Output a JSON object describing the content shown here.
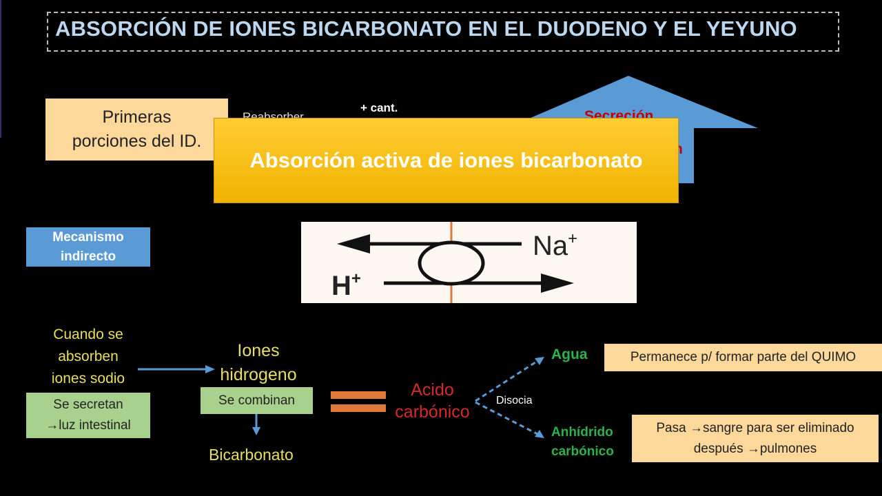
{
  "title": "ABSORCIÓN DE IONES BICARBONATO EN EL DUODENO Y EL YEYUNO",
  "top_left_box": {
    "line1": "Primeras",
    "line2": "porciones del ID."
  },
  "partial_texts": {
    "reabsorber": "Reabsorber",
    "cant": "+ cant.",
    "secrecion": "Secreción",
    "secrecion_tail": "n"
  },
  "main_box": "Absorción activa de iones bicarbonato",
  "mechanism_box": {
    "line1": "Mecanismo",
    "line2": "indirecto"
  },
  "exchanger": {
    "top_ion": "Na",
    "top_sup": "+",
    "bottom_ion": "H",
    "bottom_sup": "+"
  },
  "flow": {
    "cuando": [
      "Cuando se",
      "absorben",
      "iones sodio"
    ],
    "secretan": [
      "Se secretan",
      "→luz intestinal"
    ],
    "iones_h": [
      "Iones",
      "hidrogeno"
    ],
    "combinan": "Se combinan",
    "bicarbonato": "Bicarbonato",
    "acido": [
      "Acido",
      "carbónico"
    ],
    "disocia": "Disocia",
    "agua": "Agua",
    "anhidrido": [
      "Anhídrido",
      "carbónico"
    ],
    "permanece": "Permanece p/ formar parte del QUIMO",
    "pasa": [
      "Pasa →sangre para ser eliminado",
      "después →pulmones"
    ]
  },
  "colors": {
    "background": "#000000",
    "title_text": "#bcd7ee",
    "orange_box": "#fcd89a",
    "gold_box": "#f5bd14",
    "blue_box": "#5b9bd5",
    "green_box": "#a9d18e",
    "red_text": "#d42a2a",
    "green_text": "#2db14a",
    "yellow_text": "#e8df60"
  }
}
